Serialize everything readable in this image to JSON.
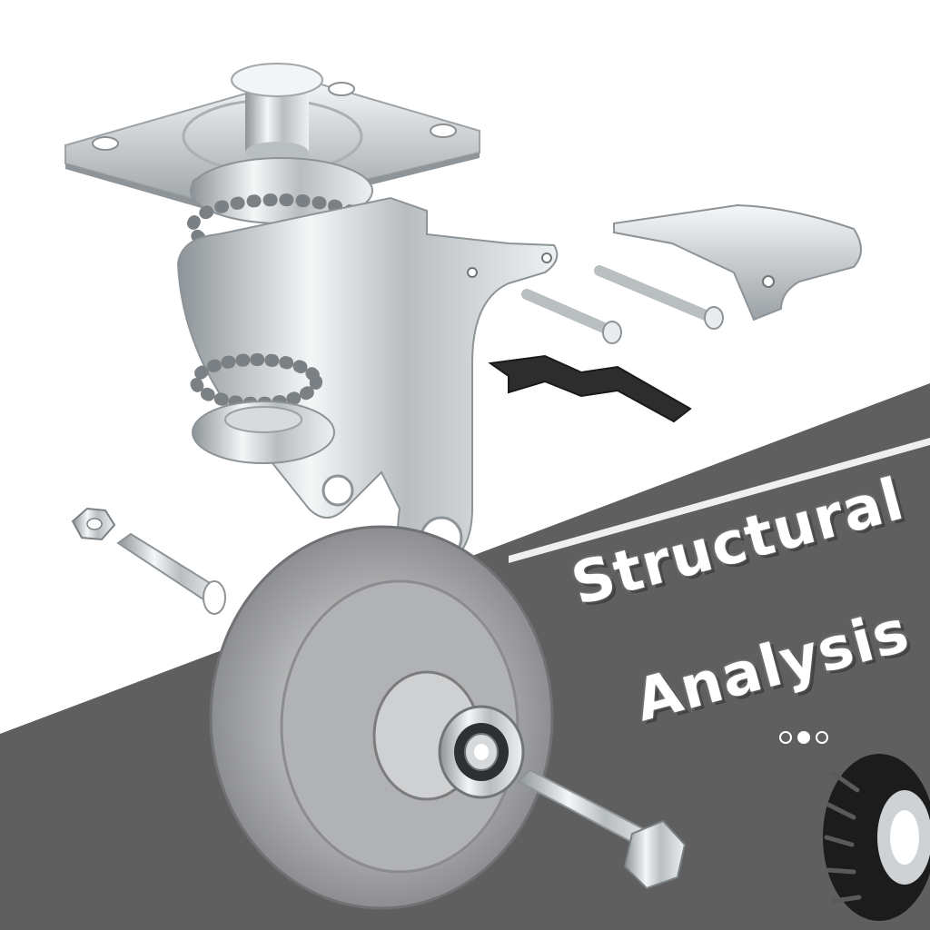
{
  "headline": {
    "line1": "Structural",
    "line2": "Analysis"
  },
  "carousel": {
    "total": 3,
    "active_index": 1
  },
  "colors": {
    "background": "#ffffff",
    "band": "#5e5f5e",
    "metal_light": "#eceff1",
    "metal_dark": "#8a9094",
    "wheel": "#a8aaac",
    "tire": "#1c1c1c",
    "text": "#ffffff"
  },
  "icons": [
    "tire-icon"
  ]
}
